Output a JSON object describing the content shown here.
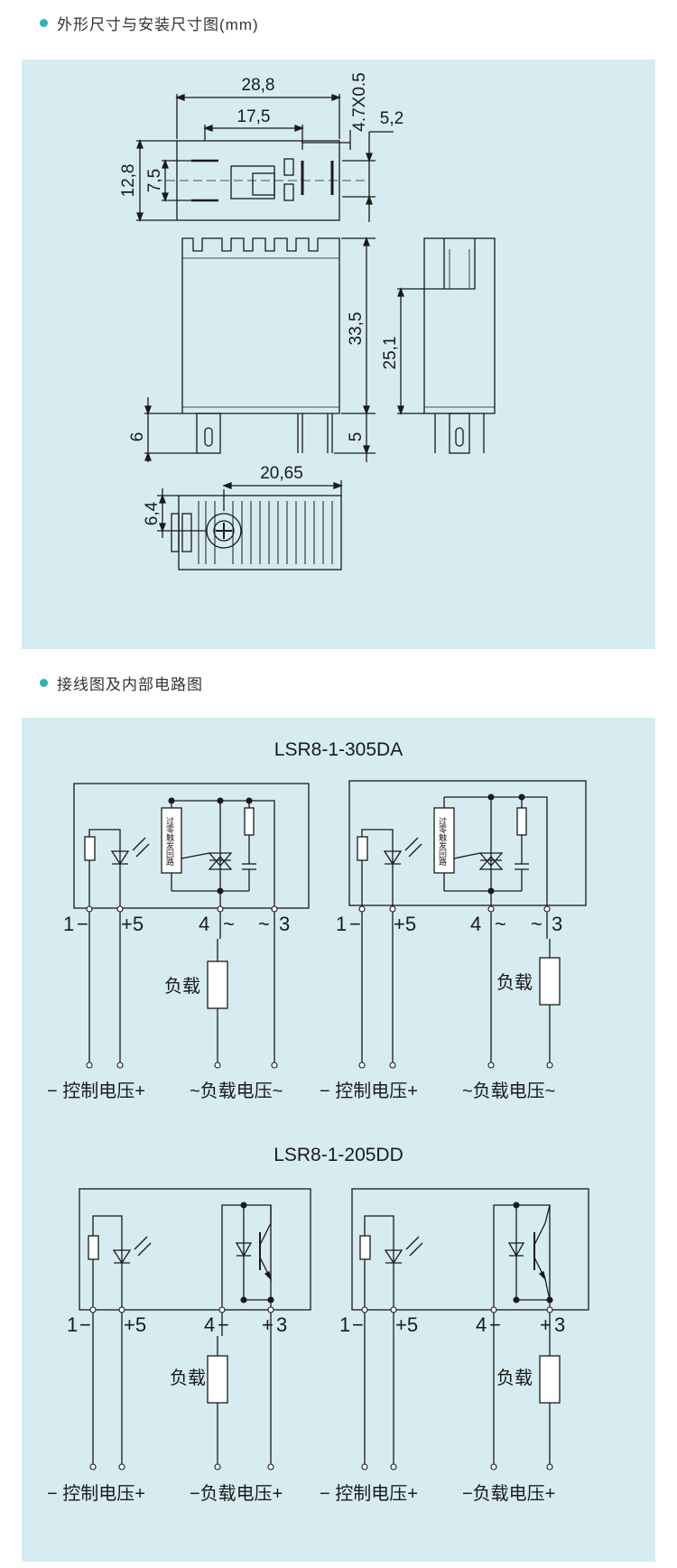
{
  "section1": {
    "title": "外形尺寸与安装尺寸图(mm)"
  },
  "section2": {
    "title": "接线图及内部电路图"
  },
  "dimensions": {
    "width_total": "28,8",
    "terminal_span": "17,5",
    "tab_size": "4.7X0.5",
    "offset_right": "5,2",
    "depth": "12,8",
    "pin_row": "7,5",
    "height_total": "33,5",
    "height_body": "25,1",
    "pin_left": "6",
    "pin_right": "5",
    "base_span": "20,65",
    "screw_offset": "6,4"
  },
  "diagram_da": {
    "model": "LSR8-1-305DA",
    "trigger_label": "过零触发回路",
    "pin1": "1",
    "pin5": "+5",
    "pin4": "4",
    "pin3": "3",
    "tilde": "~",
    "minus": "−",
    "load": "负载",
    "control_caption": "− 控制电压+",
    "load_caption": "~负载电压~"
  },
  "diagram_dd": {
    "model": "LSR8-1-205DD",
    "pin1": "1",
    "pin5": "+5",
    "pin4": "4",
    "pin3": "3",
    "minus": "−",
    "plus": "+",
    "load": "负载",
    "control_caption": "− 控制电压+",
    "load_caption": "−负载电压+"
  },
  "colors": {
    "panel": "#d6ecf0",
    "accent": "#2bb3b5",
    "line": "#1a1a1a"
  }
}
